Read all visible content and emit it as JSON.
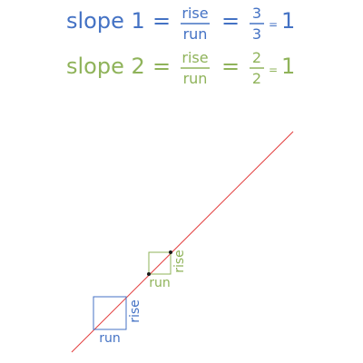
{
  "colors": {
    "blue": "#4472C4",
    "green": "#8FB35A",
    "line": "#E23A3A",
    "point": "#1a1a1a",
    "background": "#ffffff"
  },
  "equation1": {
    "lhs": "slope 1",
    "eq": "=",
    "frac_num": "rise",
    "frac_den": "run",
    "eq2": "=",
    "val_num": "3",
    "val_den": "3",
    "eq3": "=",
    "result": "1"
  },
  "equation2": {
    "lhs": "slope 2",
    "eq": "=",
    "frac_num": "rise",
    "frac_den": "run",
    "eq2": "=",
    "val_num": "2",
    "val_den": "2",
    "eq3": "=",
    "result": "1"
  },
  "triangle1": {
    "rise_label": "rise",
    "run_label": "run"
  },
  "triangle2": {
    "rise_label": "rise",
    "run_label": "run"
  }
}
